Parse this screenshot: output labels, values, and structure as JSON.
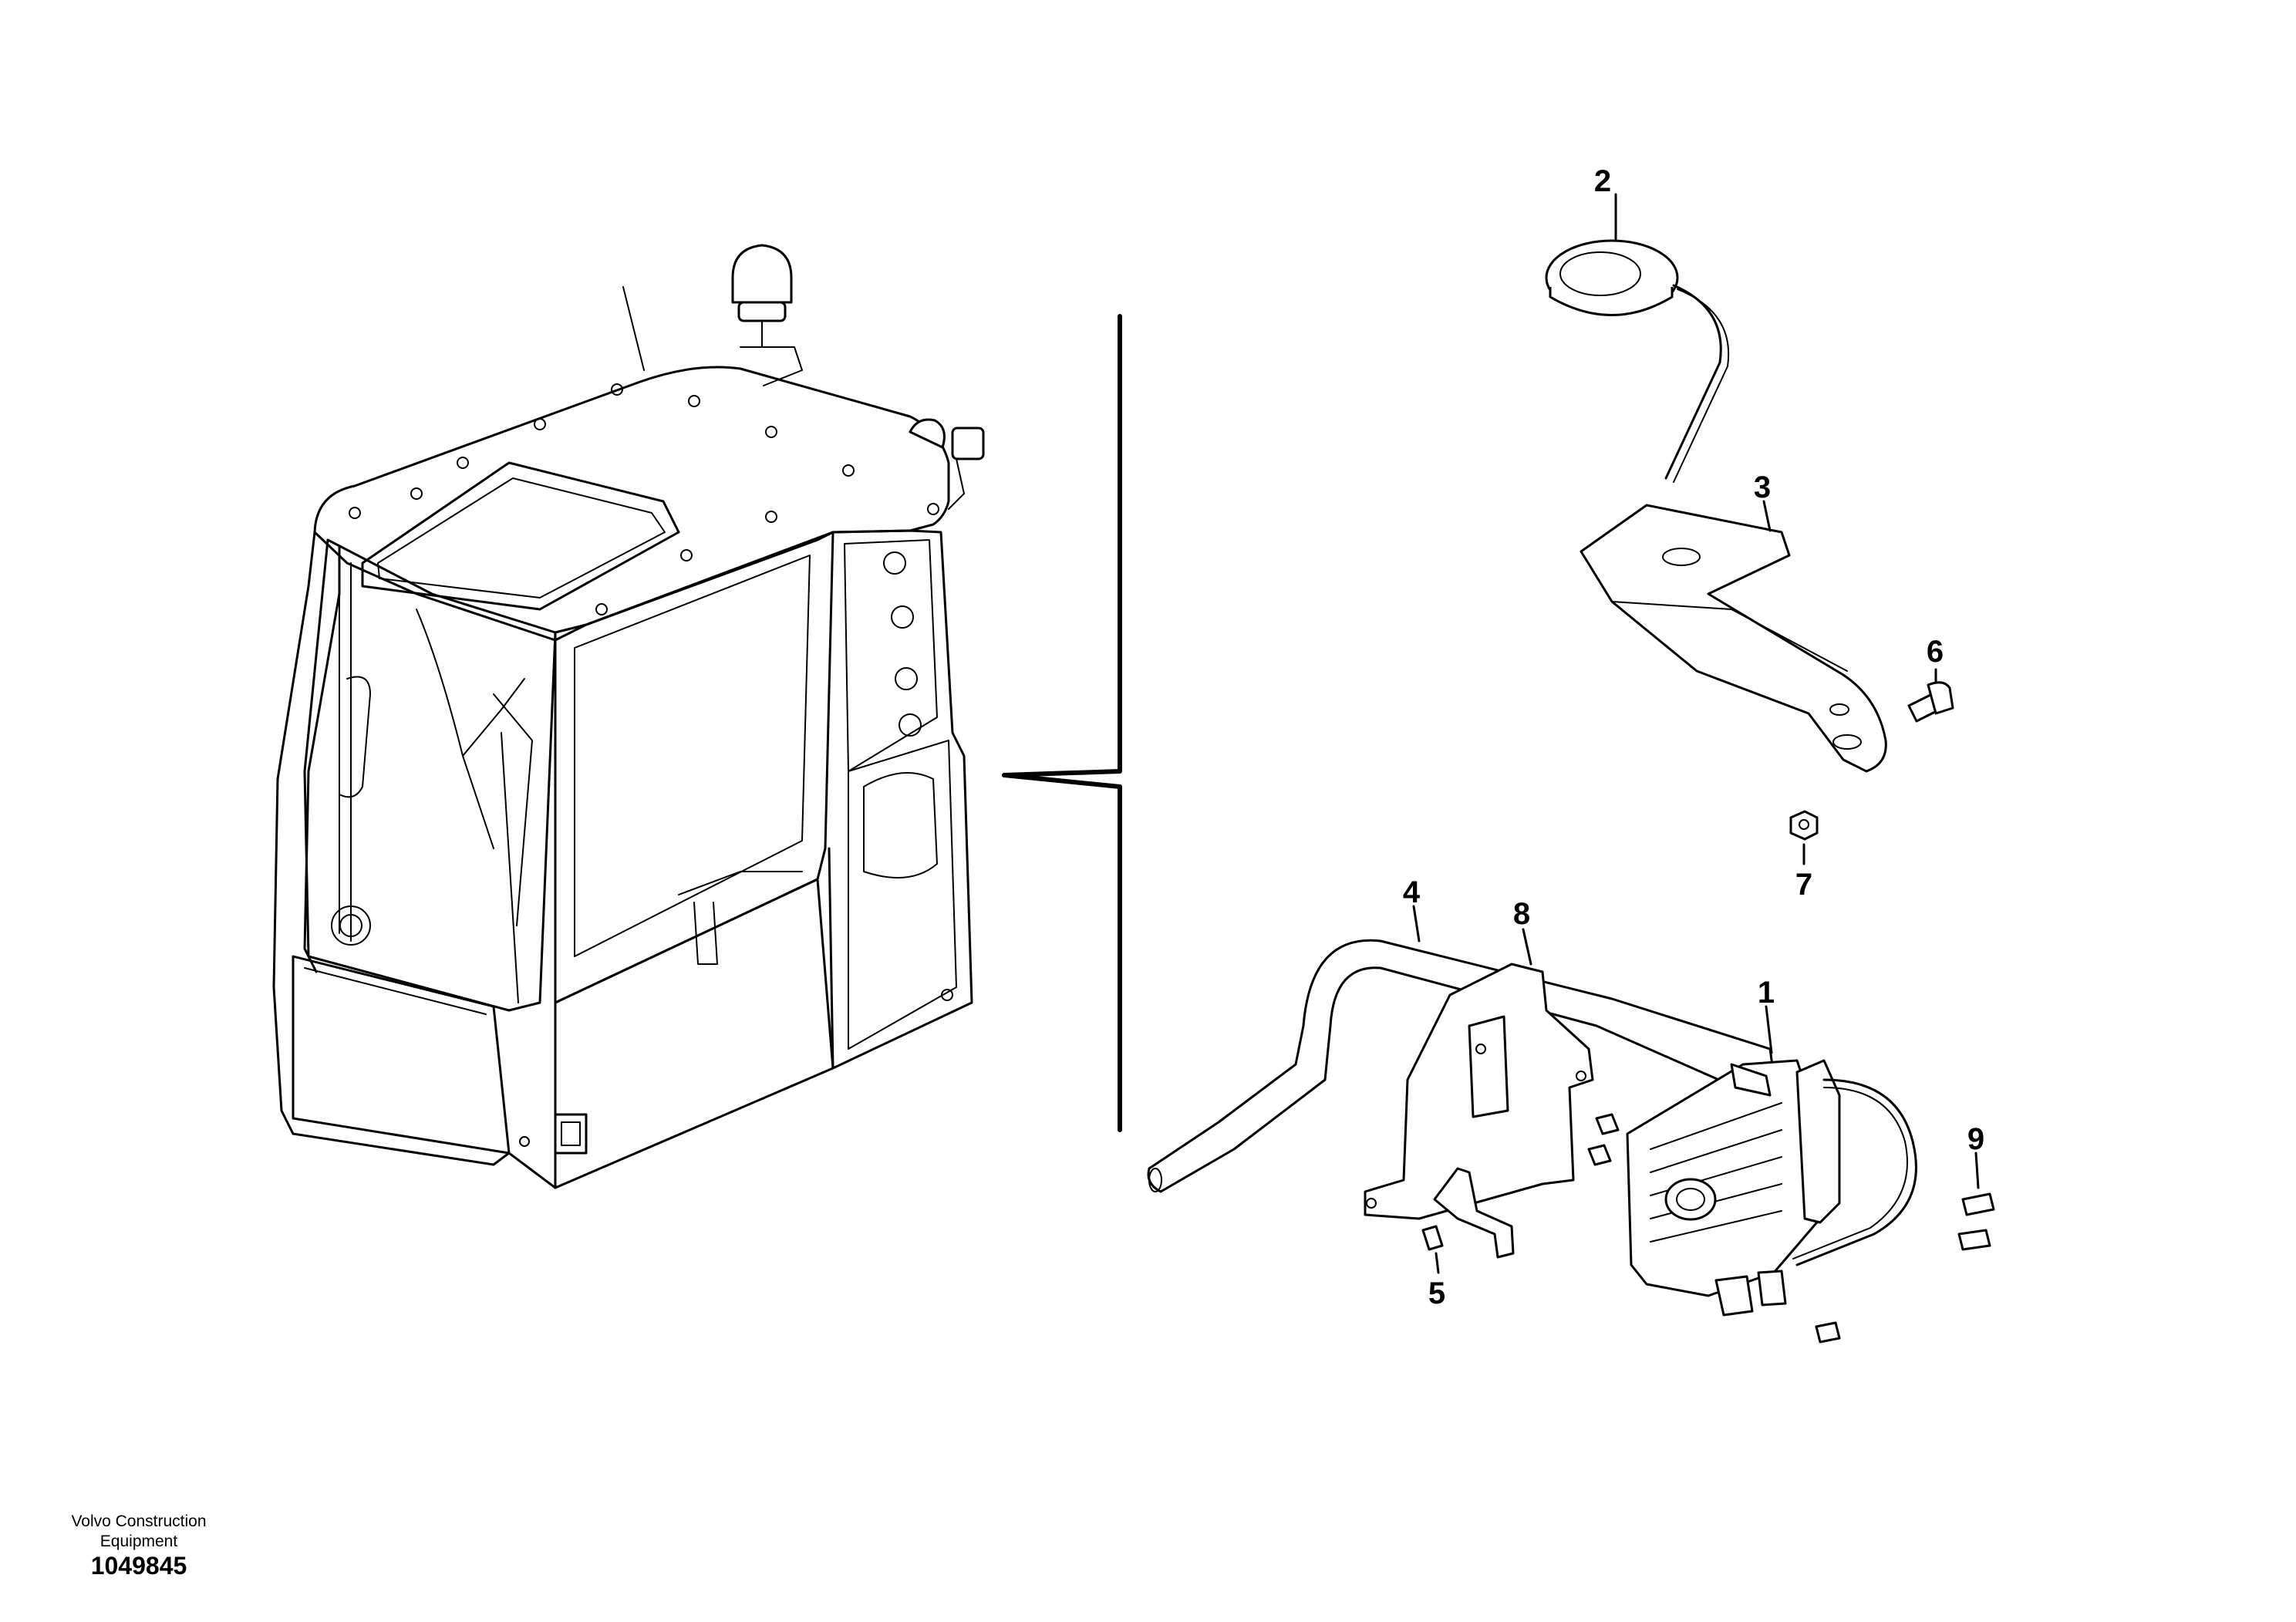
{
  "callouts": [
    "1",
    "2",
    "3",
    "4",
    "5",
    "6",
    "7",
    "8",
    "9"
  ],
  "footer": {
    "company_line1": "Volvo Construction",
    "company_line2": "Equipment",
    "drawing_number": "1049845"
  }
}
